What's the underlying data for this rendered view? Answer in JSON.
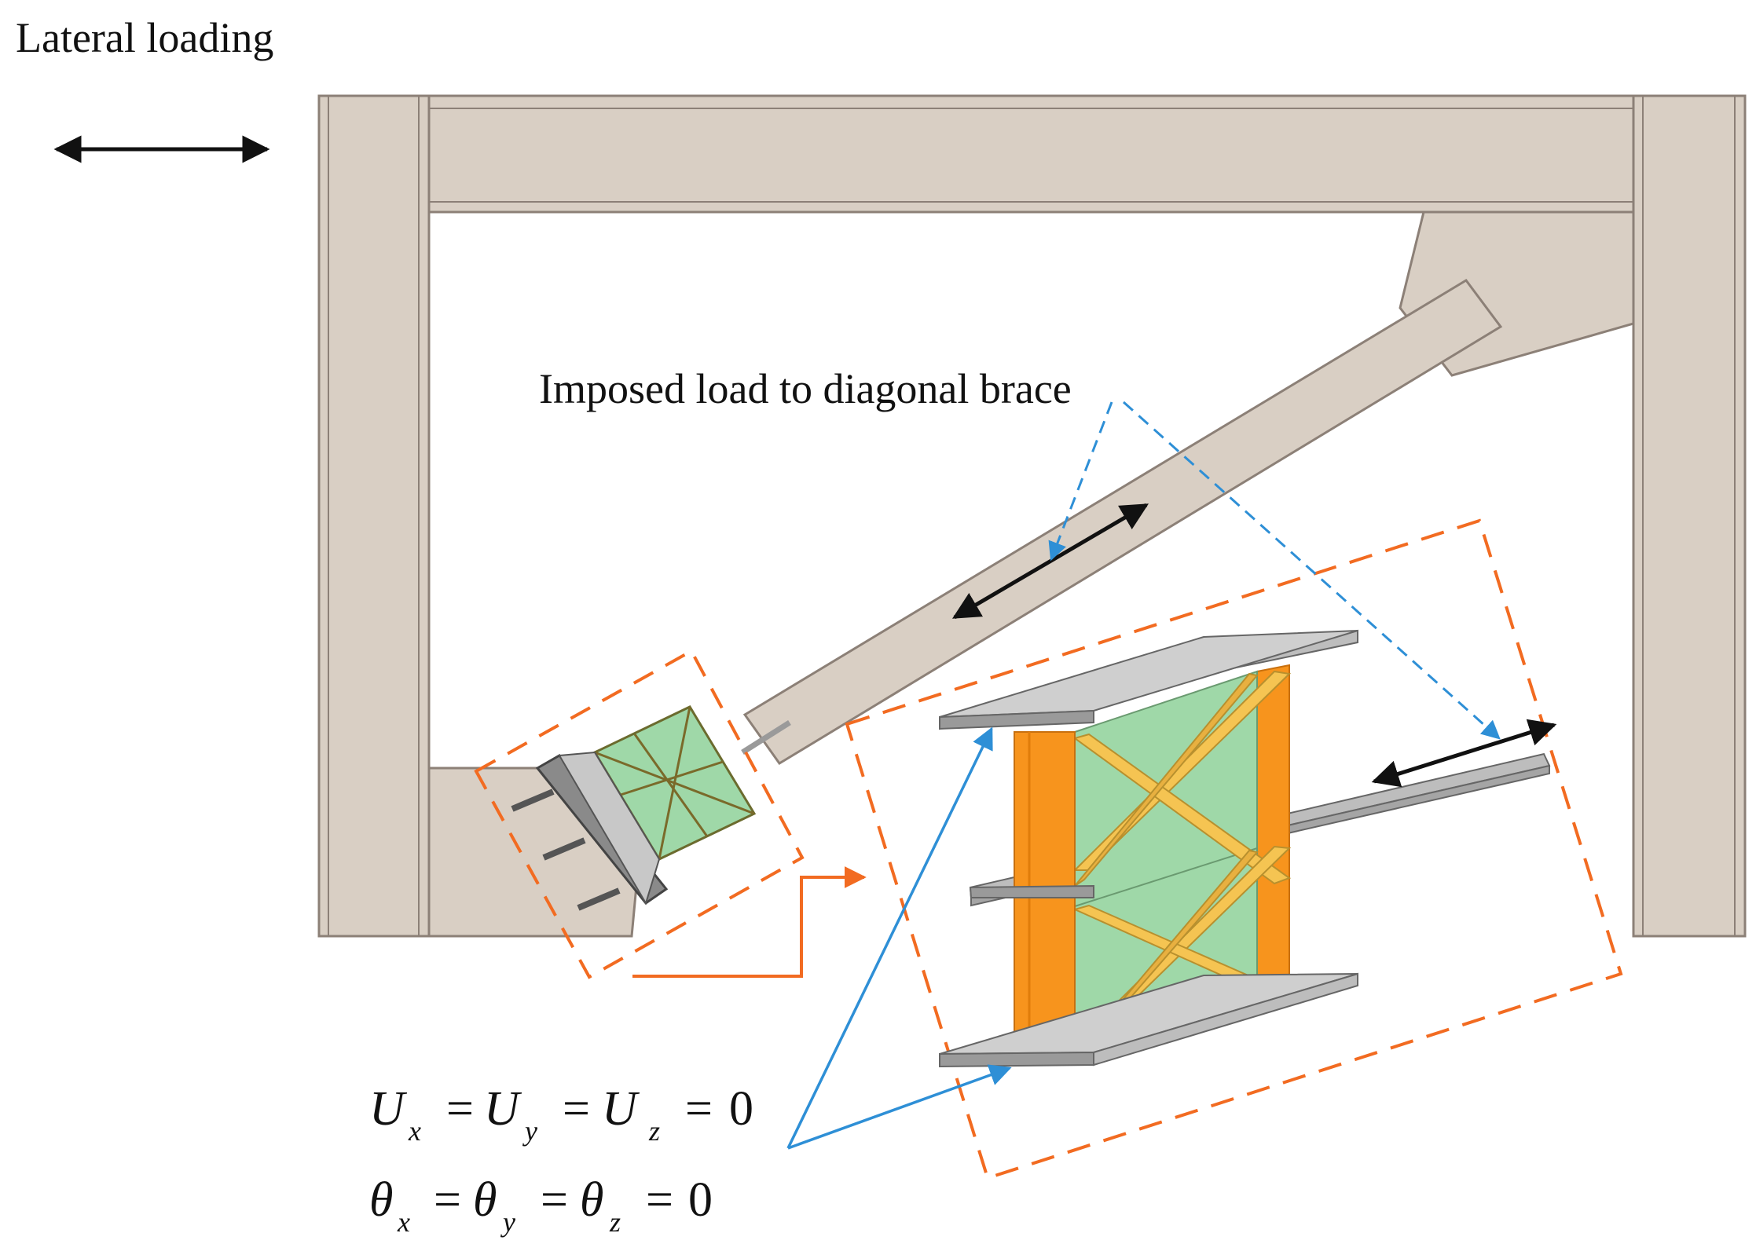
{
  "labels": {
    "lateral_loading": "Lateral loading",
    "imposed_load": "Imposed load to diagonal brace"
  },
  "equations": {
    "displacement": {
      "sym1": "U",
      "sub1": "x",
      "sym2": "U",
      "sub2": "y",
      "sym3": "U",
      "sub3": "z",
      "eq": "=",
      "zero": "0"
    },
    "rotation": {
      "sym1": "θ",
      "sub1": "x",
      "sym2": "θ",
      "sub2": "y",
      "sym3": "θ",
      "sub3": "z",
      "eq": "=",
      "zero": "0"
    }
  },
  "colors": {
    "frame_fill": "#d9cfc4",
    "frame_stroke": "#8c8077",
    "steel_gray": "#bdbdbd",
    "orange": "#f7941d",
    "gold": "#f5c452",
    "green": "#9fd8a8",
    "dashed_orange": "#f26b21",
    "blue": "#2e8fd6",
    "black": "#111111"
  }
}
